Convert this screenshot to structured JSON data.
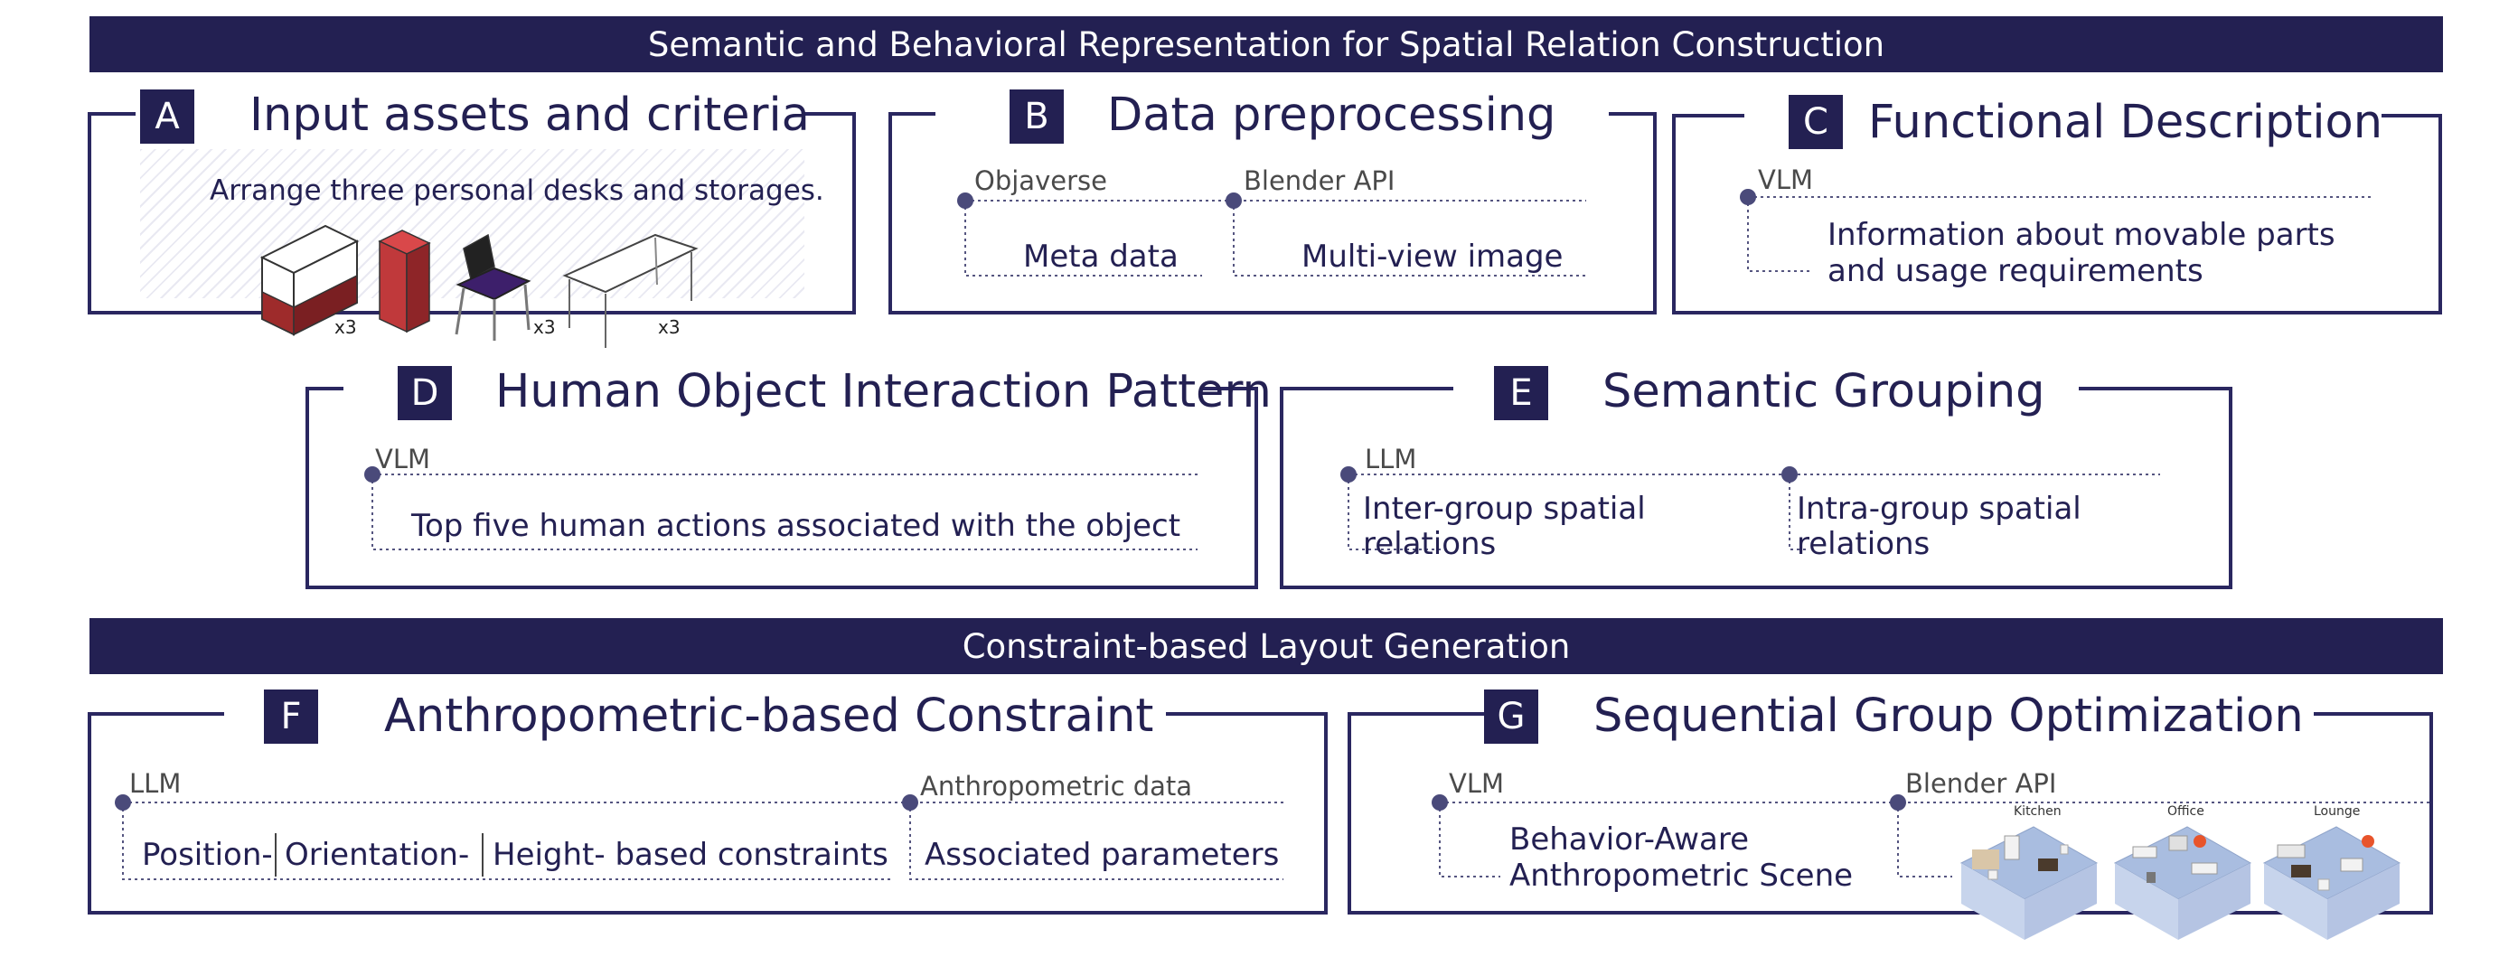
{
  "header1": "Semantic and Behavioral Representation for Spatial Relation Construction",
  "header2": "Constraint-based Layout Generation",
  "panels": {
    "A": {
      "letter": "A",
      "title": "Input assets and criteria",
      "prompt": "Arrange three personal desks and storages.",
      "multipliers": [
        "x3",
        "x3",
        "x3"
      ]
    },
    "B": {
      "letter": "B",
      "title": "Data preprocessing",
      "source1": "Objaverse",
      "source2": "Blender API",
      "item1": "Meta data",
      "item2": "Multi-view image"
    },
    "C": {
      "letter": "C",
      "title": "Functional Description",
      "source": "VLM",
      "line1": "Information about movable parts",
      "line2": "and usage requirements"
    },
    "D": {
      "letter": "D",
      "title": "Human Object Interaction Pattern",
      "source": "VLM",
      "text": "Top five human actions associated with the object"
    },
    "E": {
      "letter": "E",
      "title": "Semantic Grouping",
      "source": "LLM",
      "item1_l1": "Inter-group spatial",
      "item1_l2": "relations",
      "item2_l1": "Intra-group spatial",
      "item2_l2": "relations"
    },
    "F": {
      "letter": "F",
      "title": "Anthropometric-based Constraint",
      "source1": "LLM",
      "source2": "Anthropometric data",
      "c1": "Position-",
      "c2": "Orientation-",
      "c3": "Height- based constraints",
      "params": "Associated parameters"
    },
    "G": {
      "letter": "G",
      "title": "Sequential Group Optimization",
      "source1": "VLM",
      "source2": "Blender API",
      "line1": "Behavior-Aware",
      "line2": "Anthropometric Scene",
      "scenes": [
        "Kitchen",
        "Office",
        "Lounge"
      ]
    }
  },
  "colors": {
    "navy": "#232052",
    "frame": "#2a2760",
    "chair_seat": "#3d1f6b",
    "cabinet_red": "#c0393b",
    "floor_blue": "#a9bde0",
    "accent_orange": "#e8542b"
  }
}
